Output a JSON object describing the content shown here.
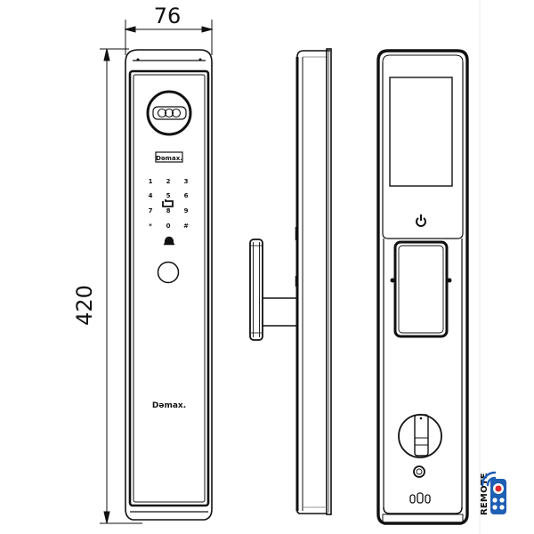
{
  "drawing": {
    "subject": "Smart door lock technical dimension drawing",
    "views": [
      "front view (outdoor panel)",
      "side view",
      "rear view (indoor panel)"
    ]
  },
  "dimensions": {
    "width": "76",
    "height": "420"
  },
  "front_view": {
    "brand_top": "Dəmax.",
    "brand_bottom": "Dəmax.",
    "keypad": [
      [
        "1",
        "2",
        "3"
      ],
      [
        "4",
        "5",
        "6"
      ],
      [
        "7",
        "8",
        "9"
      ],
      [
        "*",
        "0",
        "#"
      ]
    ],
    "camera_lenses": 3,
    "doorbell_icon": "bell-icon",
    "fingerprint_sensor": "round-sensor"
  },
  "side_view": {
    "handle": "lever-handle"
  },
  "rear_view": {
    "screen": "display-screen",
    "power_icon": "power-icon",
    "battery_cover": "battery-compartment",
    "thumb_turn": "thumb-turn-knob",
    "button": "round-button",
    "indicators": 3
  },
  "badge": {
    "label": "REMOTE",
    "icon": "remote-control-icon",
    "colors": {
      "body": "#1f5fb4",
      "button_main": "#e0262a",
      "buttons": "#ffffff",
      "signal": "#1f5fb4"
    }
  },
  "colors": {
    "line": "#111111",
    "background": "#ffffff",
    "frame_line": "#eeeeee"
  }
}
